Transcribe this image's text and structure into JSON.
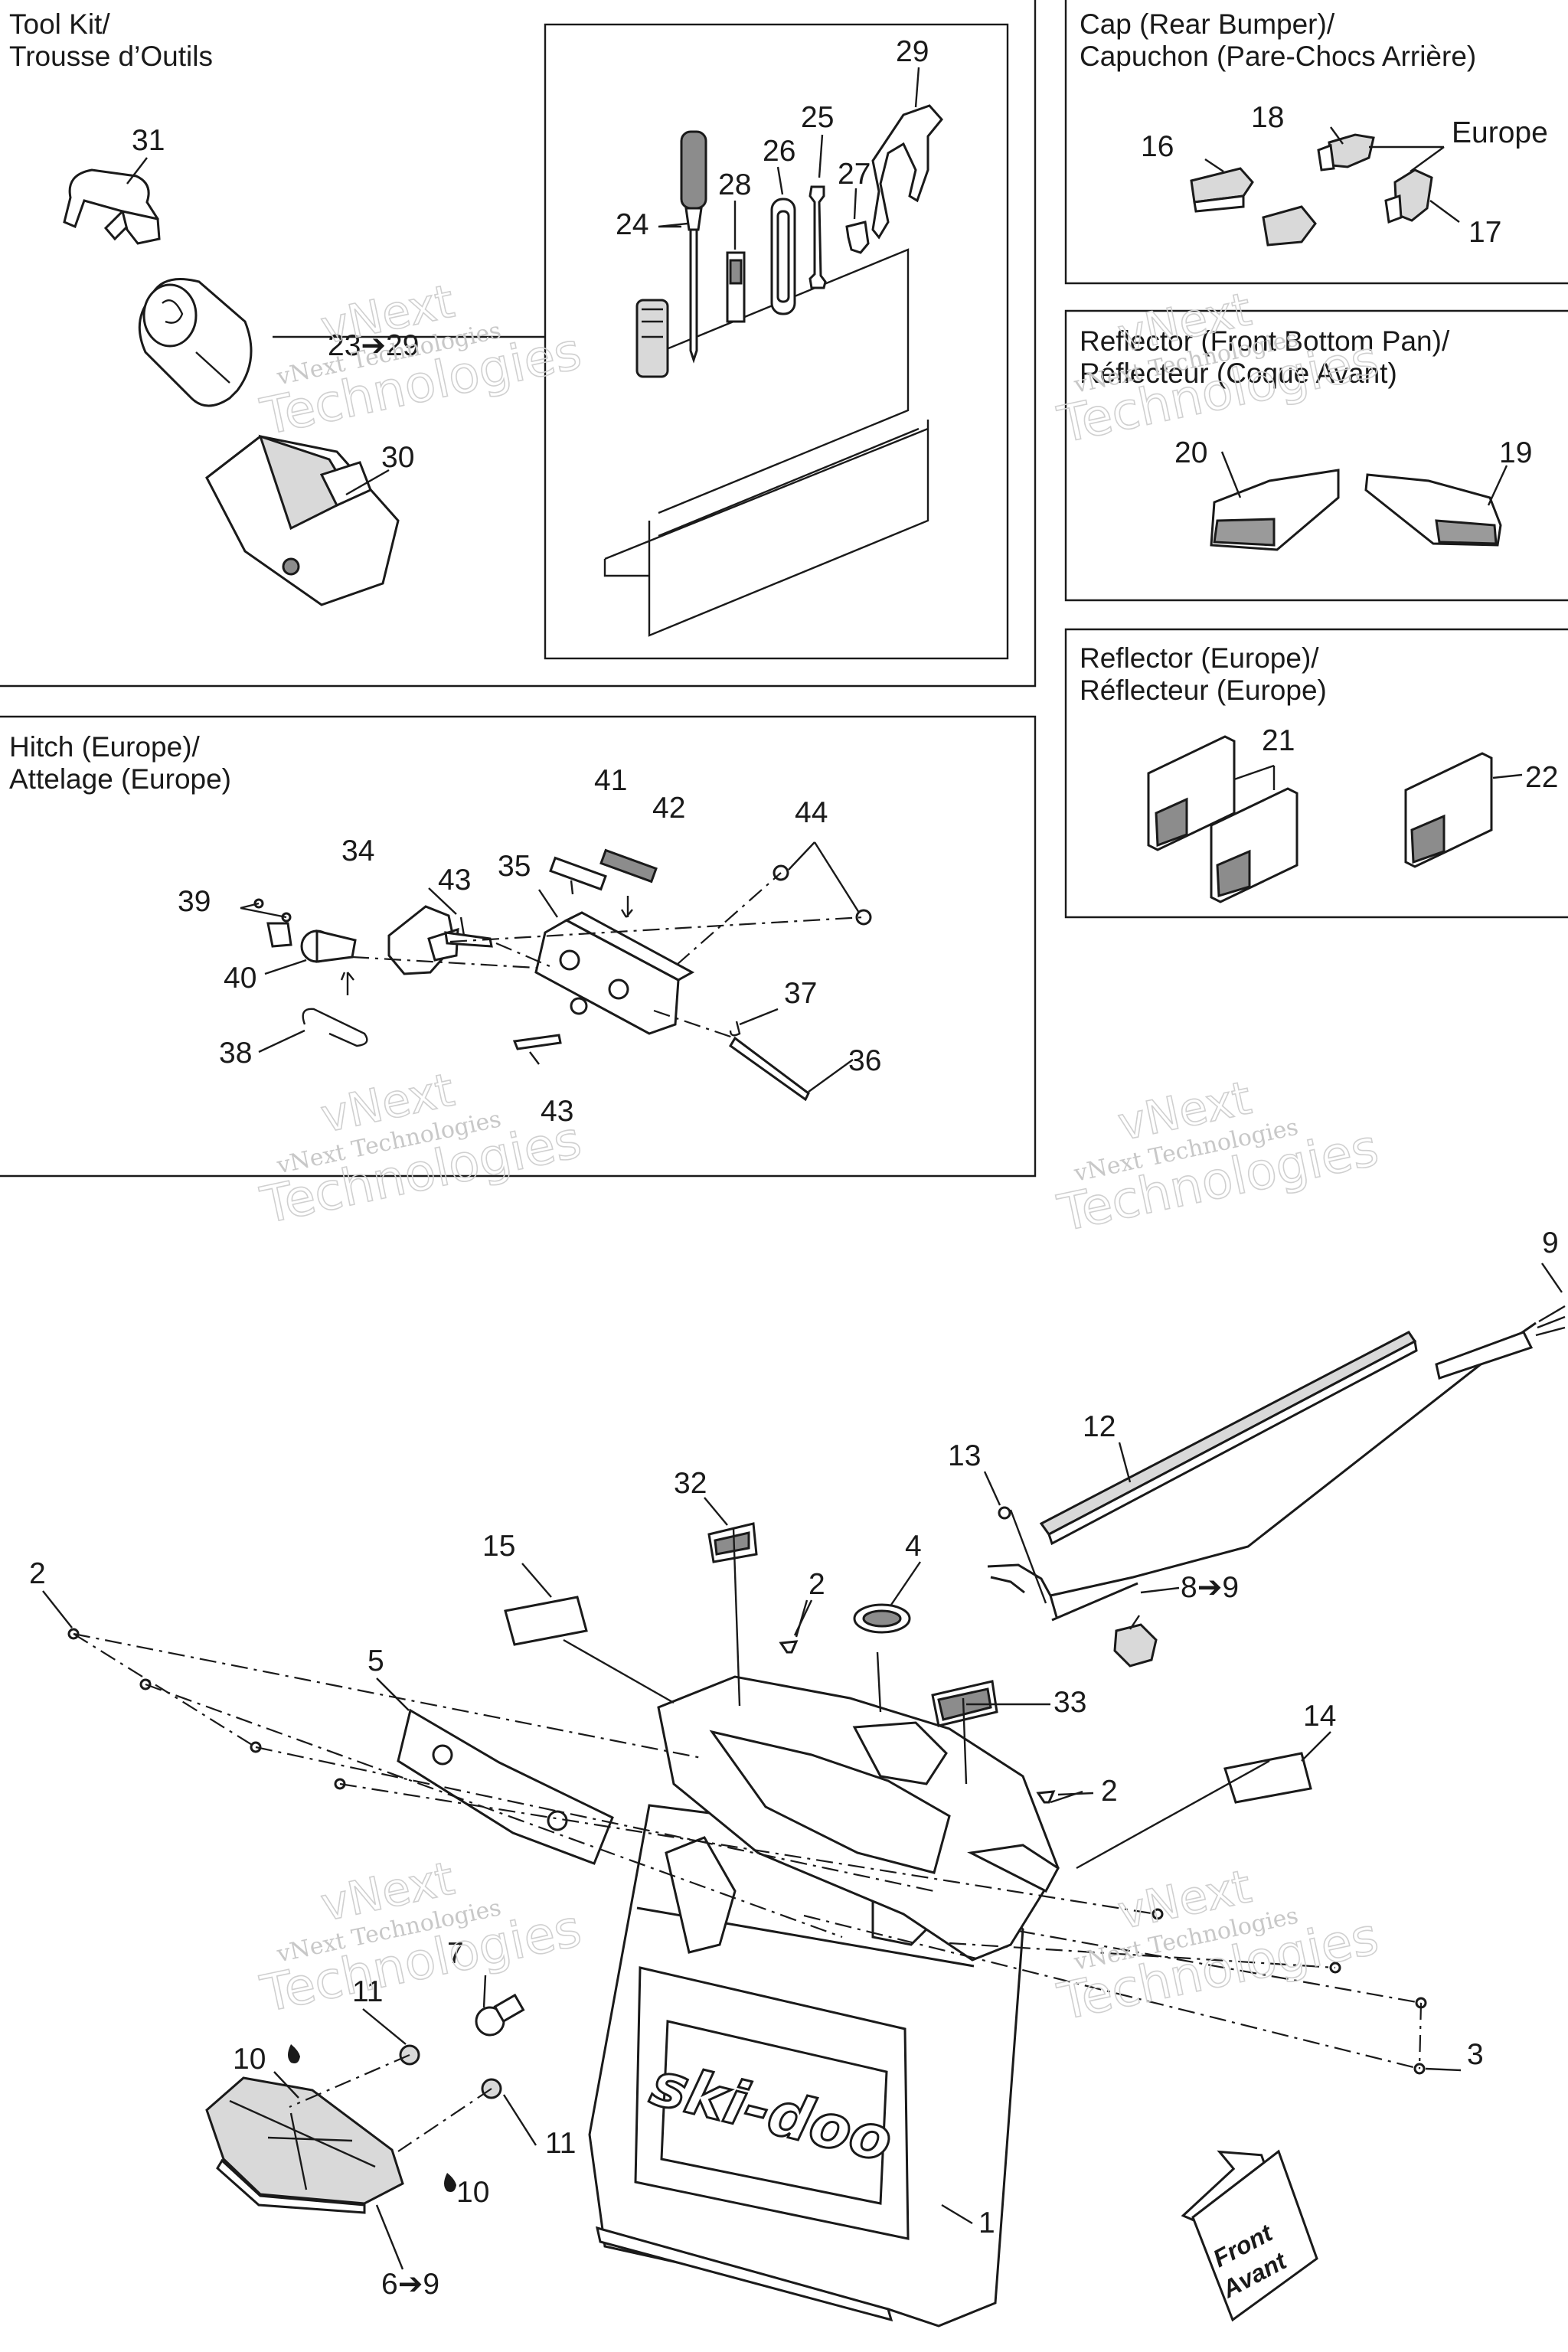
{
  "sections": {
    "tool_kit": {
      "title_1": "Tool Kit/",
      "title_2": "Trousse d’Outils"
    },
    "cap": {
      "title_1": "Cap (Rear Bumper)/",
      "title_2": "Capuchon (Pare-Chocs Arrière)",
      "note": "Europe"
    },
    "reflector_front": {
      "title_1": "Reflector (Front Bottom Pan)/",
      "title_2": "Réflecteur (Coque Avant)"
    },
    "reflector_europe": {
      "title_1": "Reflector (Europe)/",
      "title_2": "Réflecteur (Europe)"
    },
    "hitch": {
      "title_1": "Hitch (Europe)/",
      "title_2": "Attelage (Europe)"
    }
  },
  "callouts": {
    "c1": "1",
    "c2a": "2",
    "c2b": "2",
    "c2c": "2",
    "c3": "3",
    "c4": "4",
    "c5": "5",
    "c6": "6➔9",
    "c7": "7",
    "c8": "8➔9",
    "c9": "9",
    "c10a": "10",
    "c10b": "10",
    "c11a": "11",
    "c11b": "11",
    "c12": "12",
    "c13": "13",
    "c14": "14",
    "c15": "15",
    "c16": "16",
    "c17": "17",
    "c18": "18",
    "c19": "19",
    "c20": "20",
    "c21": "21",
    "c22": "22",
    "c23": "23➔29",
    "c24": "24",
    "c25": "25",
    "c26": "26",
    "c27": "27",
    "c28": "28",
    "c29": "29",
    "c30": "30",
    "c31": "31",
    "c32": "32",
    "c33": "33",
    "c34": "34",
    "c35": "35",
    "c36": "36",
    "c37": "37",
    "c38": "38",
    "c39": "39",
    "c40": "40",
    "c41": "41",
    "c42": "42",
    "c43a": "43",
    "c43b": "43",
    "c44": "44"
  },
  "brand_logo": "ski-doo",
  "front_arrow": {
    "line_1": "Front",
    "line_2": "Avant"
  },
  "watermark": {
    "line_1": "vNext Technologies",
    "line_2": "vNext",
    "line_3": "Technologies"
  }
}
